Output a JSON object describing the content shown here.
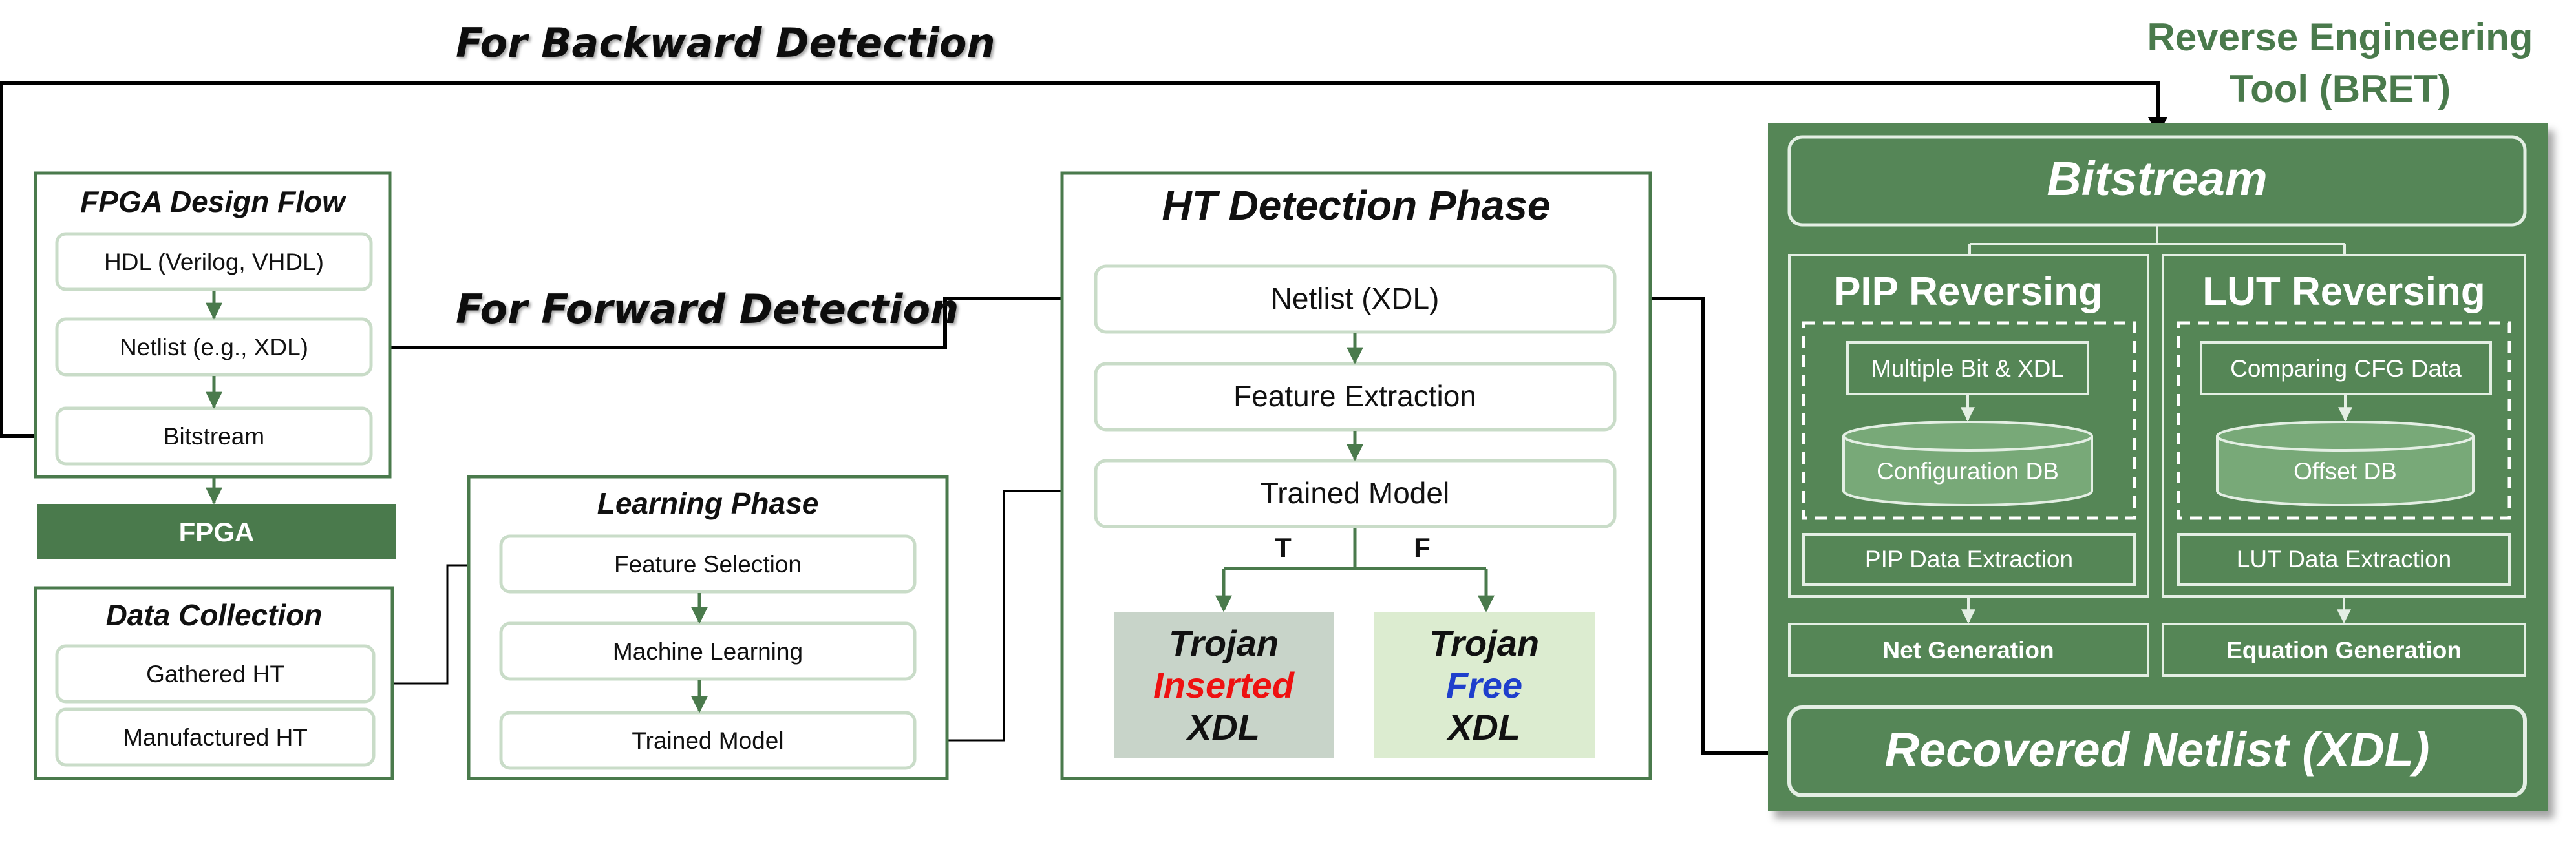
{
  "labels": {
    "backward": "For Backward Detection",
    "forward": "For Forward Detection"
  },
  "design_flow": {
    "title": "FPGA Design Flow",
    "items": [
      "HDL (Verilog, VHDL)",
      "Netlist (e.g., XDL)",
      "Bitstream"
    ],
    "fpga": "FPGA"
  },
  "data_collection": {
    "title": "Data Collection",
    "items": [
      "Gathered HT",
      "Manufactured HT"
    ]
  },
  "learning": {
    "title": "Learning Phase",
    "items": [
      "Feature Selection",
      "Machine Learning",
      "Trained Model"
    ]
  },
  "detection": {
    "title": "HT Detection Phase",
    "items": [
      "Netlist (XDL)",
      "Feature Extraction",
      "Trained Model"
    ],
    "branch_true": "T",
    "branch_false": "F",
    "inserted": {
      "line1": "Trojan",
      "line2": "Inserted",
      "line3": "XDL"
    },
    "free": {
      "line1": "Trojan",
      "line2": "Free",
      "line3": "XDL"
    }
  },
  "bret": {
    "title_line1": "Reverse Engineering",
    "title_line2": "Tool (BRET)",
    "bitstream": "Bitstream",
    "pip": {
      "title": "PIP Reversing",
      "item": "Multiple Bit & XDL",
      "db": "Configuration DB",
      "extraction": "PIP Data Extraction",
      "output": "Net Generation"
    },
    "lut": {
      "title": "LUT Reversing",
      "item": "Comparing CFG Data",
      "db": "Offset DB",
      "extraction": "LUT Data Extraction",
      "output": "Equation Generation"
    },
    "recovered": "Recovered Netlist (XDL)"
  },
  "colors": {
    "green_dark": "#4a7a4c",
    "green_panel": "#558657",
    "green_light_border": "#c9dcc8",
    "inserted_bg": "#c8d4c9",
    "free_bg": "#dcecd0",
    "red": "#ee1111",
    "blue": "#1f3fcc"
  }
}
